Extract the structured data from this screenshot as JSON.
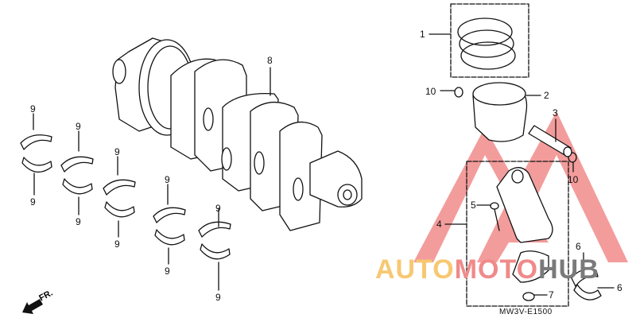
{
  "diagram": {
    "type": "exploded-parts-diagram",
    "subject": "crankshaft / piston / connecting rod assembly",
    "diagram_code": "MW3V-E1500",
    "front_indicator": "FR.",
    "callouts": [
      {
        "id": "c1",
        "label": "1",
        "part": "piston ring set"
      },
      {
        "id": "c2",
        "label": "2",
        "part": "piston"
      },
      {
        "id": "c3",
        "label": "3",
        "part": "piston pin"
      },
      {
        "id": "c4",
        "label": "4",
        "part": "connecting rod assembly"
      },
      {
        "id": "c5",
        "label": "5",
        "part": "connecting rod bolt"
      },
      {
        "id": "c6a",
        "label": "6",
        "part": "connecting rod bearing (upper)"
      },
      {
        "id": "c6b",
        "label": "6",
        "part": "connecting rod bearing (lower)"
      },
      {
        "id": "c7",
        "label": "7",
        "part": "connecting rod nut"
      },
      {
        "id": "c8",
        "label": "8",
        "part": "crankshaft"
      },
      {
        "id": "c9",
        "label": "9",
        "part": "main journal bearing"
      },
      {
        "id": "c10a",
        "label": "10",
        "part": "piston pin clip"
      },
      {
        "id": "c10b",
        "label": "10",
        "part": "piston pin clip"
      }
    ]
  },
  "watermark": {
    "part1": "AUTO",
    "part2": "MOTO",
    "part3": "HUB",
    "colors": {
      "auto": "#f7c872",
      "moto": "#f08a8a",
      "hub": "#7a7a7a",
      "triangle": "#f28b8b"
    }
  },
  "labels": {
    "l1": "1",
    "l2": "2",
    "l3": "3",
    "l4": "4",
    "l5": "5",
    "l6a": "6",
    "l6b": "6",
    "l7": "7",
    "l8": "8",
    "l9": "9",
    "l10a": "10",
    "l10b": "10"
  }
}
